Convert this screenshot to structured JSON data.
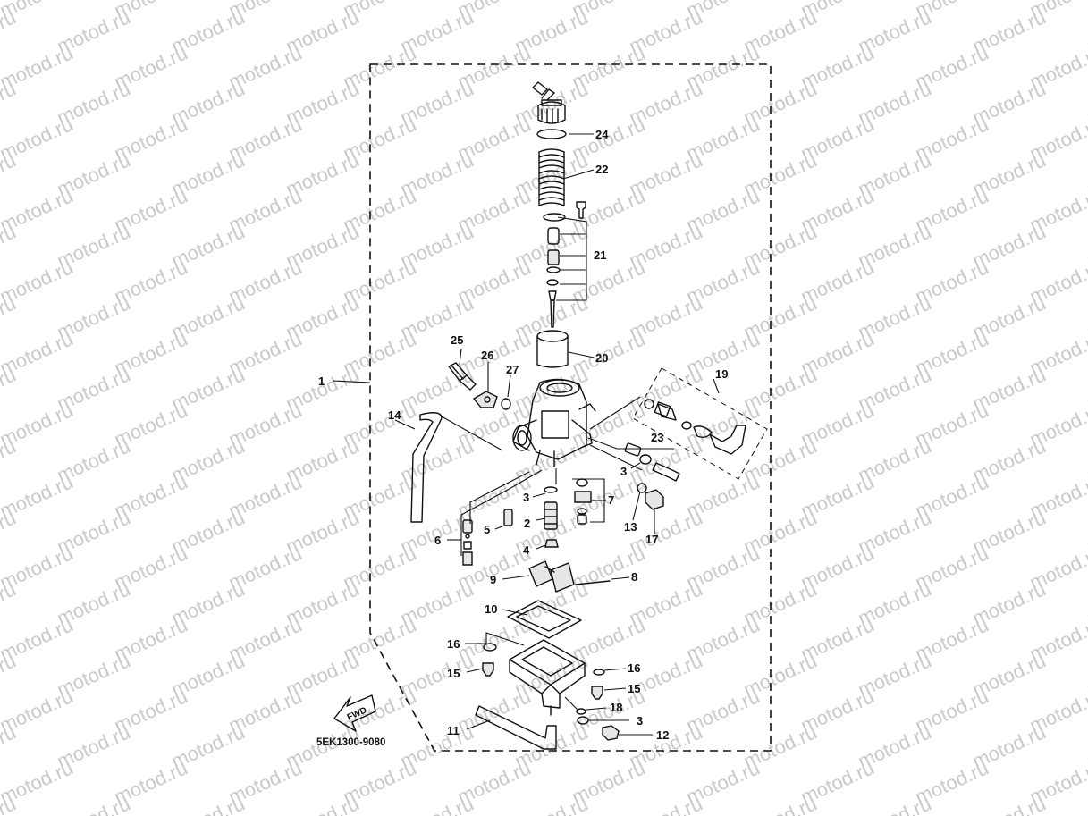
{
  "watermark": {
    "text": "motod.ru"
  },
  "diagram": {
    "code": "5EK1300-9080",
    "fwd_label": "FWD",
    "callouts": {
      "c1": "1",
      "c2": "2",
      "c3a": "3",
      "c3b": "3",
      "c3c": "3",
      "c4": "4",
      "c5": "5",
      "c6": "6",
      "c7": "7",
      "c8": "8",
      "c9": "9",
      "c10": "10",
      "c11": "11",
      "c12": "12",
      "c13": "13",
      "c14": "14",
      "c15a": "15",
      "c15b": "15",
      "c16a": "16",
      "c16b": "16",
      "c17": "17",
      "c18": "18",
      "c19": "19",
      "c20": "20",
      "c21": "21",
      "c22": "22",
      "c23": "23",
      "c24": "24",
      "c25": "25",
      "c26": "26",
      "c27": "27"
    }
  }
}
